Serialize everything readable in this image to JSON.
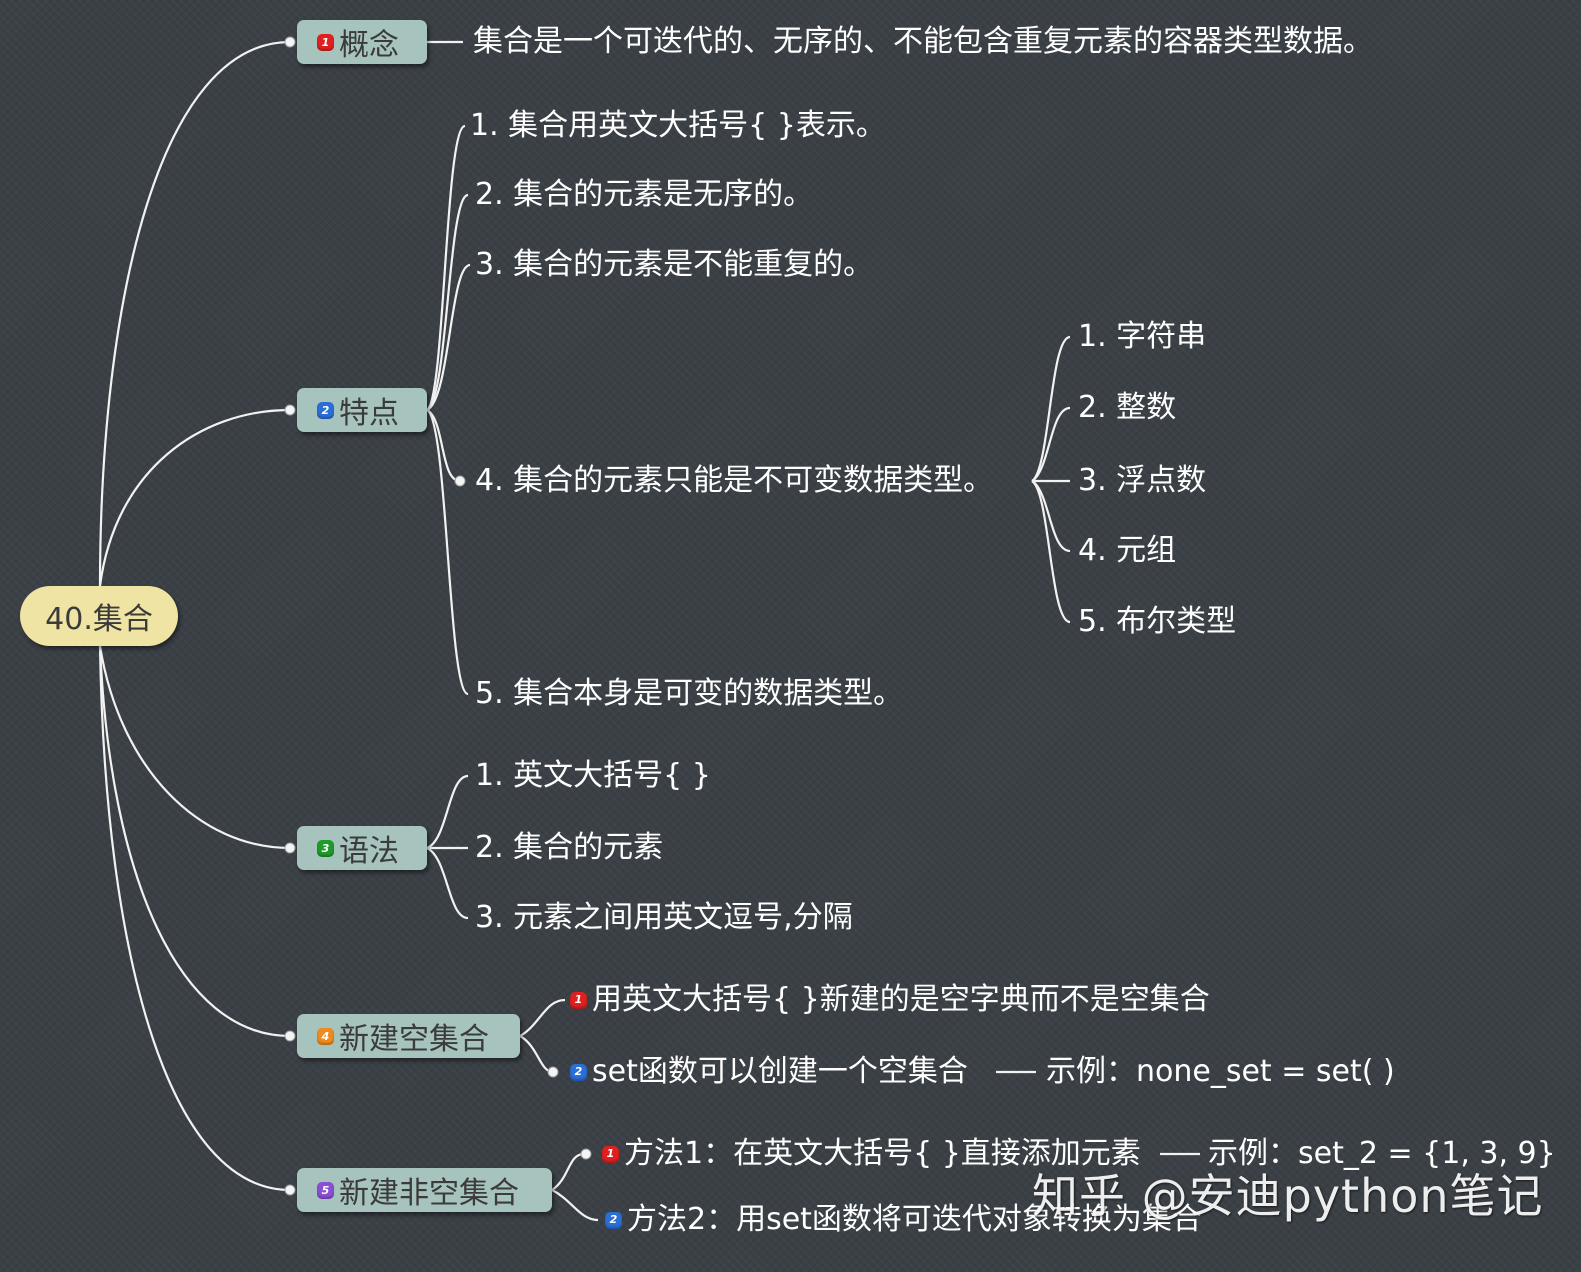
{
  "root": {
    "label": "40.集合"
  },
  "concept": {
    "badge": "1",
    "label": "概念",
    "text": "集合是一个可迭代的、无序的、不能包含重复元素的容器类型数据。"
  },
  "features": {
    "badge": "2",
    "label": "特点",
    "items": [
      "1. 集合用英文大括号{ }表示。",
      "2. 集合的元素是无序的。",
      "3. 集合的元素是不能重复的。",
      "4. 集合的元素只能是不可变数据类型。",
      "5. 集合本身是可变的数据类型。"
    ],
    "immutable_types": [
      "1. 字符串",
      "2. 整数",
      "3. 浮点数",
      "4. 元组",
      "5. 布尔类型"
    ]
  },
  "syntax": {
    "badge": "3",
    "label": "语法",
    "items": [
      "1. 英文大括号{ }",
      "2. 集合的元素",
      "3. 元素之间用英文逗号,分隔"
    ]
  },
  "empty_set": {
    "badge": "4",
    "label": "新建空集合",
    "items": [
      {
        "badge": "1",
        "text": "用英文大括号{ }新建的是空字典而不是空集合"
      },
      {
        "badge": "2",
        "text": "set函数可以创建一个空集合",
        "example": "示例：none_set = set( )"
      }
    ]
  },
  "nonempty_set": {
    "badge": "5",
    "label": "新建非空集合",
    "items": [
      {
        "badge": "1",
        "text": "方法1：在英文大括号{ }直接添加元素",
        "example": "示例：set_2 = {1, 3, 9}"
      },
      {
        "badge": "2",
        "text": "方法2：用set函数将可迭代对象转换为集合"
      }
    ]
  },
  "watermark": "知乎 @安迪python笔记",
  "colors": {
    "background": "#3a4045",
    "root_fill": "#efe4a3",
    "branch_fill": "#a6c4bd",
    "connector": "#f2f2f2"
  }
}
